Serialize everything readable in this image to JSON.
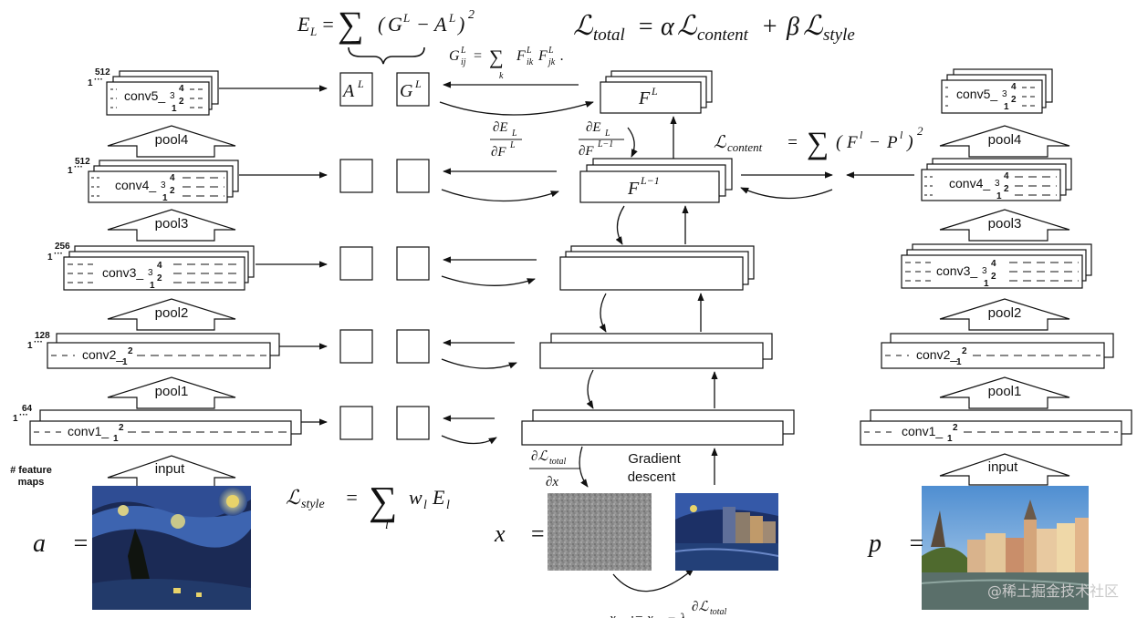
{
  "equations": {
    "style_layer_loss": "E_L = ∑ (G^L − A^L)^2",
    "total_loss": "ℒ_total = αℒ_content + βℒ_style",
    "gram": "G^L_ij = ∑_k F^L_ik F^L_jk.",
    "grad_el": "∂E_L / ∂F^L",
    "grad_el_prev": "∂E_L / ∂F^(L−1)",
    "content_loss": "ℒ_content = ∑ (F^l − P^l)^2",
    "style_loss": "ℒ_style = ∑_l w_l E_l",
    "grad_total": "∂ℒ_total / ∂x⃗",
    "update": "x⃗ := x⃗ − λ ∂ℒ_total"
  },
  "style_side": {
    "layers": [
      {
        "label": "conv5_",
        "sub": "1",
        "sups": [
          "4",
          "3",
          "2"
        ],
        "count": "512"
      },
      {
        "label": "conv4_",
        "sub": "1",
        "sups": [
          "4",
          "3",
          "2"
        ],
        "count": "512"
      },
      {
        "label": "conv3_",
        "sub": "1",
        "sups": [
          "4",
          "3",
          "2"
        ],
        "count": "256"
      },
      {
        "label": "conv2_",
        "sub": "1",
        "sups": [
          "2"
        ],
        "count": "128"
      },
      {
        "label": "conv1_",
        "sub": "1",
        "sups": [
          "2"
        ],
        "count": "64"
      }
    ],
    "pools": [
      "pool4",
      "pool3",
      "pool2",
      "pool1"
    ],
    "input_label": "input",
    "count_prefix": "1",
    "feature_maps_label": "# feature maps",
    "image_symbol": "a⃗ ="
  },
  "content_side": {
    "layers": [
      {
        "label": "conv5_",
        "sub": "1",
        "sups": [
          "4",
          "3",
          "2"
        ]
      },
      {
        "label": "conv4_",
        "sub": "1",
        "sups": [
          "4",
          "3",
          "2"
        ]
      },
      {
        "label": "conv3_",
        "sub": "1",
        "sups": [
          "4",
          "3",
          "2"
        ]
      },
      {
        "label": "conv2_",
        "sub": "1",
        "sups": [
          "2"
        ]
      },
      {
        "label": "conv1_",
        "sub": "1",
        "sups": [
          "2"
        ]
      }
    ],
    "pools": [
      "pool4",
      "pool3",
      "pool2",
      "pool1"
    ],
    "input_label": "input",
    "image_symbol": "p⃗ ="
  },
  "matrices": {
    "a_label": "A^L",
    "g_label": "G^L"
  },
  "center": {
    "fl_label": "F^L",
    "fl_prev_label": "F^(L−1)",
    "gradient_label_1": "Gradient",
    "gradient_label_2": "descent",
    "image_symbol": "x⃗ ="
  },
  "watermark": "@稀土掘金技术社区",
  "colors": {
    "stroke": "#111111",
    "sky_dark": "#1b2a55",
    "sky_mid": "#3a5aa0",
    "star_yellow": "#e8d36a",
    "noise_gray": "#8c8c8c",
    "photo_sky": "#6fa3d8",
    "building": "#d9b38c"
  }
}
